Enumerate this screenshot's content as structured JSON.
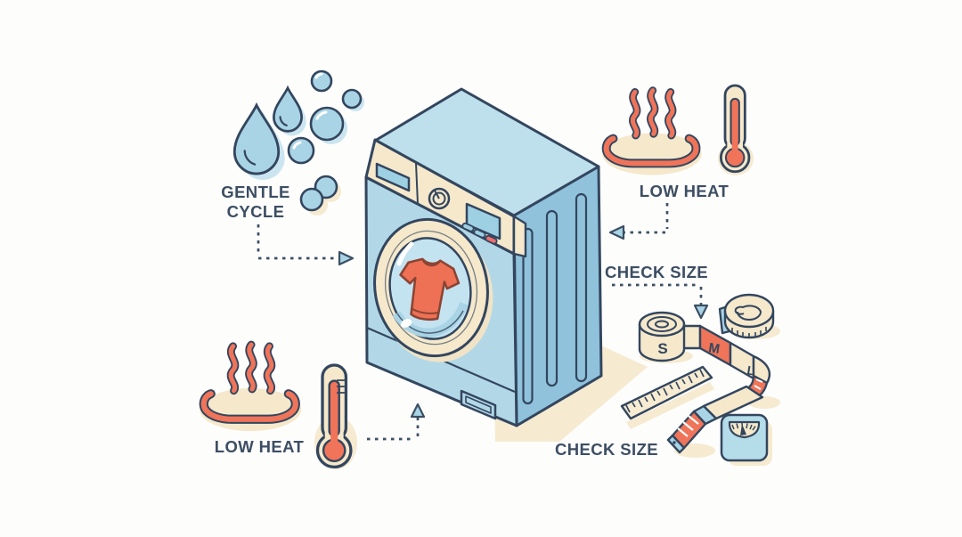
{
  "illustration": {
    "type": "laundry-care-infographic",
    "labels": {
      "gentle_cycle": "GENTLE CYCLE",
      "low_heat_top": "LOW HEAT",
      "low_heat_bottom": "LOW HEAT",
      "check_size_right": "CHECK SIZE",
      "check_size_bottom": "CHECK SIZE"
    },
    "tape_size_marks": {
      "s": "S",
      "m": "M",
      "l": "L"
    },
    "icons": [
      "water-drops-icon",
      "soap-bubbles-icon",
      "washing-machine-illustration",
      "heat-waves-icon",
      "thermometer-icon",
      "measuring-tape-icon",
      "tape-roll-icon",
      "ruler-icon",
      "weight-scale-icon",
      "dashed-arrow"
    ],
    "colors": {
      "background": "#fdfdfc",
      "outline": "#33465e",
      "text": "#3d4e63",
      "coral": "#ef7459",
      "shirt_outline": "#8c4433",
      "cream": "#f5e8cb",
      "ground_shadow": "#f6ead0",
      "machine_front": "#b2d8e8",
      "machine_top": "#bedfec",
      "machine_side": "#90c2dc",
      "panel_blue": "#9ed0e4",
      "glass_blue": "#c4e3f1",
      "drop_blue": "#a9d4e5",
      "drop_shadow_blue": "#cae5f0"
    }
  }
}
